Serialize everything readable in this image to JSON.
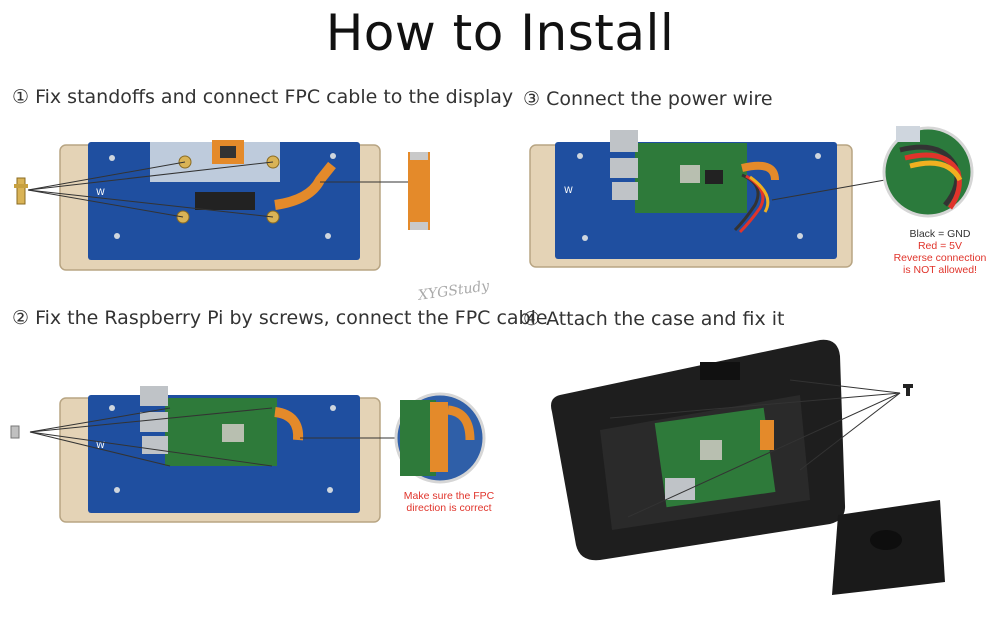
{
  "title": "How to Install",
  "steps": [
    {
      "label": "① Fix standoffs and connect FPC cable to the display"
    },
    {
      "label": "③ Connect the power wire"
    },
    {
      "label": "② Fix the Raspberry Pi by screws, connect the FPC cable"
    },
    {
      "label": "④ Attach the case and fix it"
    }
  ],
  "power_note": {
    "line1": "Black = GND",
    "line2": "Red = 5V",
    "line3": "Reverse connection",
    "line4": "is NOT allowed!"
  },
  "fpc_note": {
    "line1": "Make sure the FPC",
    "line2": "direction is correct"
  },
  "watermark": "XYGStudy",
  "colors": {
    "pcb_blue": "#1f4fa0",
    "acrylic": "#e4d3b6",
    "pi_green": "#2e7a3a",
    "fpc_orange": "#e48a2a",
    "warning_red": "#e0342b",
    "case_black": "#1e1e1e"
  }
}
